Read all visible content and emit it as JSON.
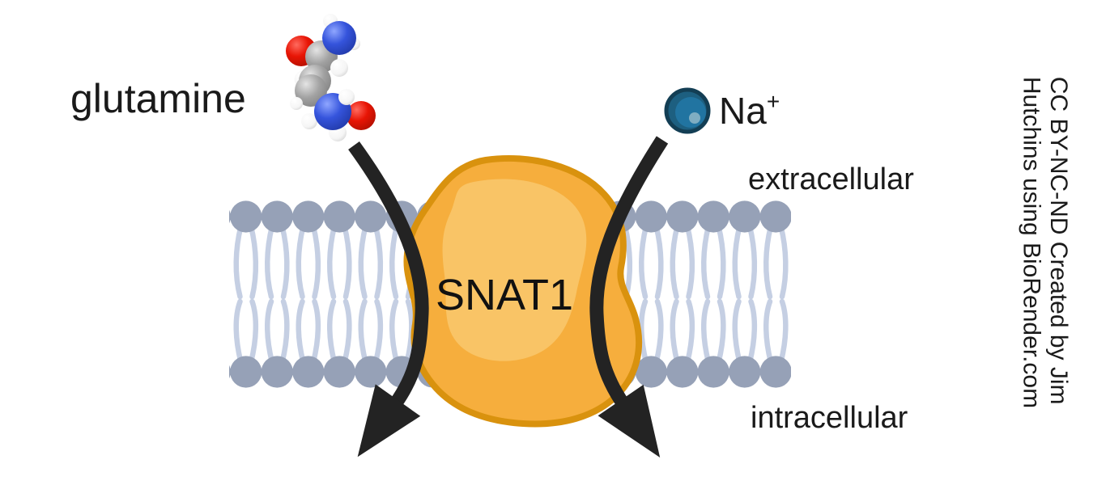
{
  "labels": {
    "glutamine": "glutamine",
    "sodium_symbol": "Na",
    "sodium_charge": "+",
    "transporter": "SNAT1",
    "extracellular": "extracellular",
    "intracellular": "intracellular"
  },
  "attribution": {
    "line1": "CC BY-NC-ND Created by Jim",
    "line2": "Hutchins using BioRender.com"
  },
  "colors": {
    "arrow": "#232323",
    "text": "#1A1A1A",
    "lipid_head": "#96A1B7",
    "lipid_tail": "#C5CFE3",
    "protein_fill": "#F6AE3D",
    "protein_highlight": "#F9C466",
    "protein_outline": "#D9920E",
    "sodium_outline": "#133E54",
    "sodium_fill": "#1D5F80",
    "sodium_inner": "#2174A1",
    "sodium_highlight": "#7FADC2",
    "oxygen": "#E81505",
    "nitrogen": "#3554DC",
    "carbon": "#A2A2A2",
    "hydrogen": "#F5F5F5"
  }
}
